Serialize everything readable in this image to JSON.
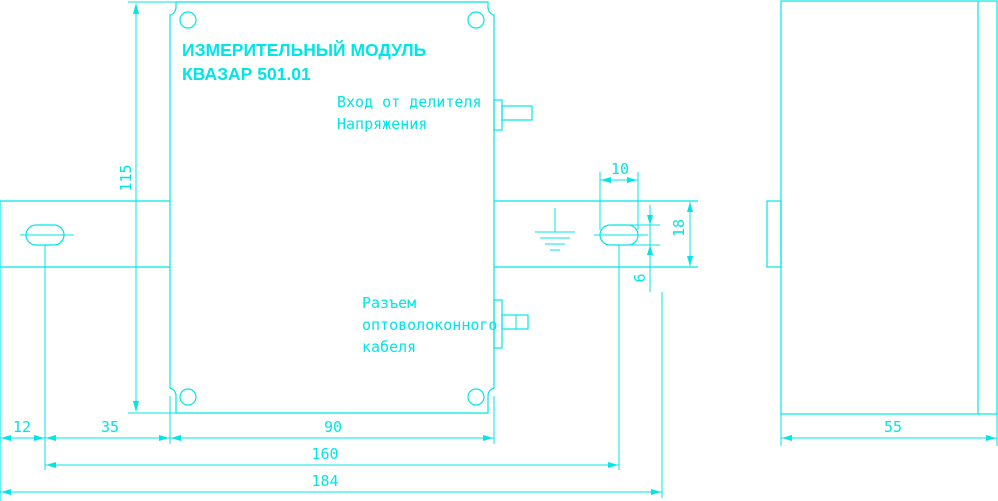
{
  "title": {
    "line1": "ИЗМЕРИТЕЛЬНЫЙ МОДУЛЬ",
    "line2": "КВАЗАР 501.01"
  },
  "labels": {
    "input_line1": "Вход от делителя",
    "input_line2": "Напряжения",
    "connector_line1": "Разъем",
    "connector_line2": "оптоволоконного",
    "connector_line3": "кабеля"
  },
  "dimensions": {
    "height_body": "115",
    "slot_width": "10",
    "flange_height": "18",
    "slot_height": "6",
    "flange_left": "12",
    "flange_to_body": "35",
    "body_width": "90",
    "slot_span": "160",
    "total_width": "184",
    "depth": "55"
  },
  "colors": {
    "line": "#00e5e5",
    "background": "#ffffff"
  }
}
